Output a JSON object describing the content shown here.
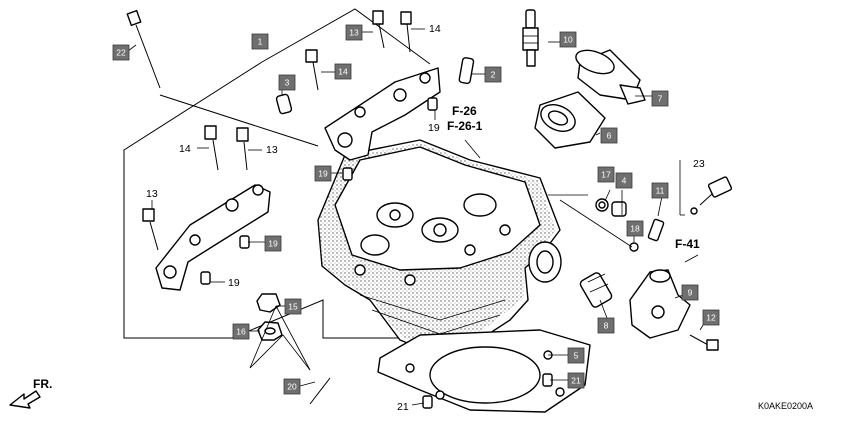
{
  "diagram": {
    "code": "K0AKE0200A",
    "direction_label": "FR.",
    "refs": {
      "f26": "F-26",
      "f26_1": "F-26-1",
      "f41": "F-41"
    },
    "callouts": [
      {
        "id": "c1",
        "label": "1"
      },
      {
        "id": "c2",
        "label": "2"
      },
      {
        "id": "c3",
        "label": "3"
      },
      {
        "id": "c4",
        "label": "4"
      },
      {
        "id": "c5",
        "label": "5"
      },
      {
        "id": "c6",
        "label": "6"
      },
      {
        "id": "c7",
        "label": "7"
      },
      {
        "id": "c8",
        "label": "8"
      },
      {
        "id": "c9",
        "label": "9"
      },
      {
        "id": "c10",
        "label": "10"
      },
      {
        "id": "c11",
        "label": "11"
      },
      {
        "id": "c12",
        "label": "12"
      },
      {
        "id": "c13",
        "label": "13"
      },
      {
        "id": "c14",
        "label": "14"
      },
      {
        "id": "c15",
        "label": "15"
      },
      {
        "id": "c16",
        "label": "16"
      },
      {
        "id": "c17",
        "label": "17"
      },
      {
        "id": "c18",
        "label": "18"
      },
      {
        "id": "c19a",
        "label": "19"
      },
      {
        "id": "c19b",
        "label": "19"
      },
      {
        "id": "c20",
        "label": "20"
      },
      {
        "id": "c21",
        "label": "21"
      },
      {
        "id": "c22",
        "label": "22"
      }
    ],
    "plain_labels": [
      {
        "id": "p14a",
        "label": "14"
      },
      {
        "id": "p14b",
        "label": "14"
      },
      {
        "id": "p13a",
        "label": "13"
      },
      {
        "id": "p13b",
        "label": "13"
      },
      {
        "id": "p19a",
        "label": "19"
      },
      {
        "id": "p19b",
        "label": "19"
      },
      {
        "id": "p21",
        "label": "21"
      },
      {
        "id": "p23",
        "label": "23"
      }
    ]
  }
}
